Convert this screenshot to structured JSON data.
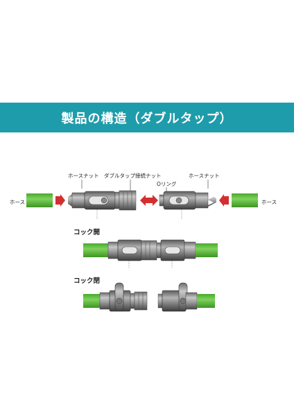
{
  "title": "製品の構造（ダブルタップ）",
  "labels": {
    "hose_left": "ホース",
    "hose_right": "ホース",
    "hose_nut_left": "ホースナット",
    "double_tap_nut": "ダブルタップ接続ナット",
    "o_ring": "Oリング",
    "hose_nut_right": "ホースナット",
    "cock_open": "コック開",
    "cock_closed": "コック閉"
  },
  "colors": {
    "banner": "#1f9cab",
    "hose": "#5cbe3c",
    "arrow": "#d32f2f",
    "metal": "#9a9a9a",
    "metal_dark": "#5a5a5a"
  }
}
